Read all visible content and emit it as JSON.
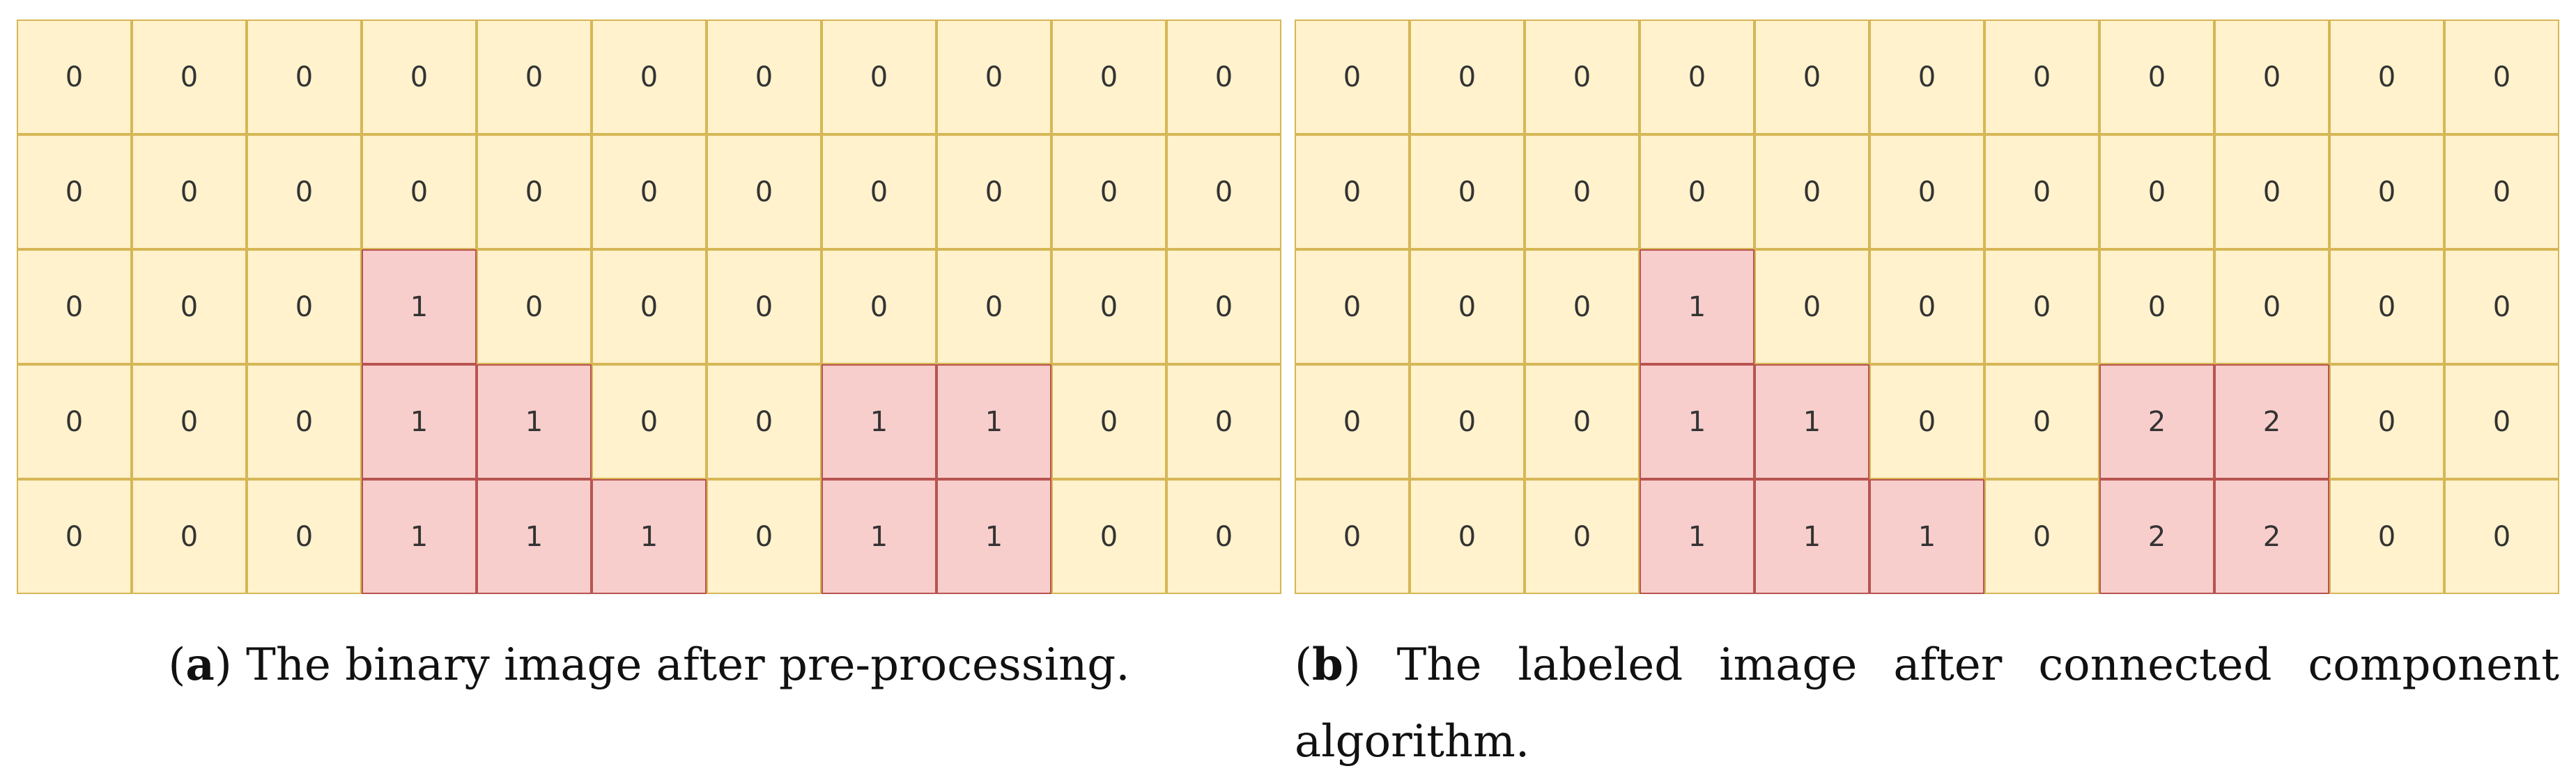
{
  "panels": [
    {
      "id": "a",
      "grid": [
        [
          "0",
          "0",
          "0",
          "0",
          "0",
          "0",
          "0",
          "0",
          "0",
          "0",
          "0"
        ],
        [
          "0",
          "0",
          "0",
          "0",
          "0",
          "0",
          "0",
          "0",
          "0",
          "0",
          "0"
        ],
        [
          "0",
          "0",
          "0",
          "1",
          "0",
          "0",
          "0",
          "0",
          "0",
          "0",
          "0"
        ],
        [
          "0",
          "0",
          "0",
          "1",
          "1",
          "0",
          "0",
          "1",
          "1",
          "0",
          "0"
        ],
        [
          "0",
          "0",
          "0",
          "1",
          "1",
          "1",
          "0",
          "1",
          "1",
          "0",
          "0"
        ]
      ],
      "caption": {
        "letter": "a",
        "text": " The binary image after pre-processing."
      }
    },
    {
      "id": "b",
      "grid": [
        [
          "0",
          "0",
          "0",
          "0",
          "0",
          "0",
          "0",
          "0",
          "0",
          "0",
          "0"
        ],
        [
          "0",
          "0",
          "0",
          "0",
          "0",
          "0",
          "0",
          "0",
          "0",
          "0",
          "0"
        ],
        [
          "0",
          "0",
          "0",
          "1",
          "0",
          "0",
          "0",
          "0",
          "0",
          "0",
          "0"
        ],
        [
          "0",
          "0",
          "0",
          "1",
          "1",
          "0",
          "0",
          "2",
          "2",
          "0",
          "0"
        ],
        [
          "0",
          "0",
          "0",
          "1",
          "1",
          "1",
          "0",
          "2",
          "2",
          "0",
          "0"
        ]
      ],
      "caption": {
        "letter": "b",
        "text": " The labeled image after connected component algorithm."
      }
    }
  ],
  "colors": {
    "background_cell": "#fff2cc",
    "background_border": "#d6b656",
    "foreground_cell": "#f8cecc",
    "foreground_border": "#b85450"
  }
}
